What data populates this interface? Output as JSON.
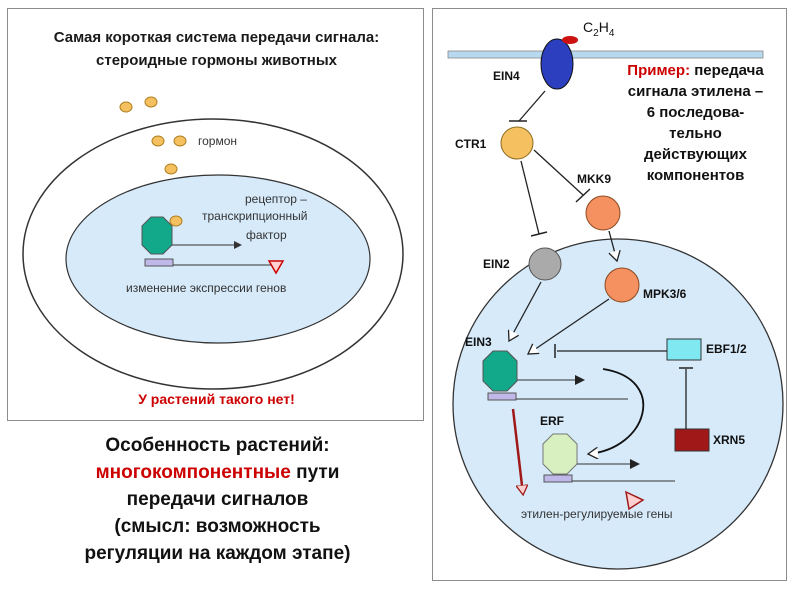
{
  "left_panel": {
    "title_line1": "Самая короткая система передачи сигнала:",
    "title_line2": "стероидные гормоны животных",
    "hormone_label": "гормон",
    "receptor_line1": "рецептор –",
    "receptor_line2": "транскрипционный",
    "receptor_line3": "фактор",
    "expression_label": "изменение экспрессии генов",
    "plants_note": "У растений такого нет!"
  },
  "bottom_text": {
    "line1": "Особенность растений:",
    "line2_highlight": "многокомпонентные",
    "line2_rest": " пути",
    "line3": "передачи сигналов",
    "line4": "(смысл: возможность",
    "line5": "регуляции на каждом этапе)"
  },
  "right_panel": {
    "ethylene_formula": {
      "c": "C",
      "c_sub": "2",
      "h": "H",
      "h_sub": "4"
    },
    "components": {
      "ein4": "EIN4",
      "ctr1": "CTR1",
      "mkk9": "MKK9",
      "ein2": "EIN2",
      "mpk36": "MPK3/6",
      "ein3": "EIN3",
      "ebf12": "EBF1/2",
      "erf": "ERF",
      "xrn5": "XRN5"
    },
    "example_prefix": "Пример:",
    "example_line1_rest": " передача",
    "example_line2": "сигнала этилена –",
    "example_line3": "6 последова-",
    "example_line4": "тельно",
    "example_line5": "действующих",
    "example_line6": "компонентов",
    "genes_label": "этилен-регулируемые гены"
  },
  "colors": {
    "cell_fill": "#d6eafa",
    "nucleus_fill": "#add8f5",
    "hormone": "#f5c060",
    "receptor": "#12a88a",
    "ein4": "#2b3fbf",
    "orange_node": "#f5c060",
    "mkk_node": "#f59060",
    "ein2_node": "#aaaaaa",
    "ebf": "#80e8f0",
    "xrn5": "#a01818",
    "erf": "#d8f0c0",
    "dna_box": "#c0b8e8",
    "highlight_red": "#cc0000"
  }
}
